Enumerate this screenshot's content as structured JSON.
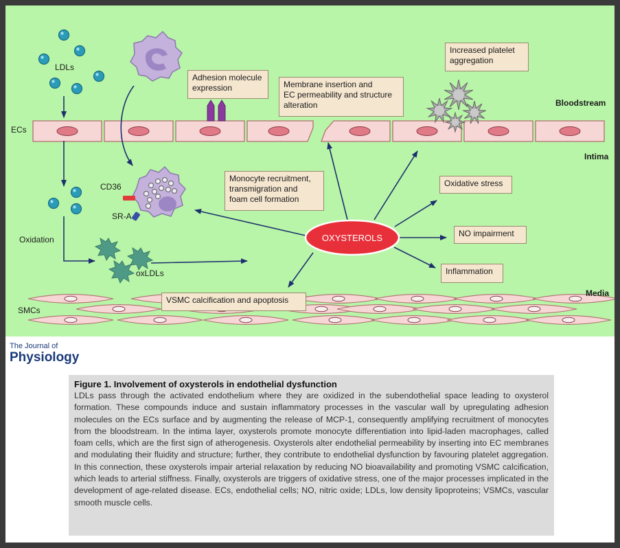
{
  "figure": {
    "background": "#b8f5a8",
    "layer_labels": {
      "bloodstream": "Bloodstream",
      "intima": "Intima",
      "media": "Media"
    },
    "cell_labels": {
      "ecs": "ECs",
      "smcs": "SMCs",
      "ldls": "LDLs",
      "oxidation": "Oxidation",
      "oxldls": "oxLDLs",
      "cd36": "CD36",
      "sra": "SR-A"
    },
    "center": "OXYSTEROLS",
    "boxes": {
      "adhesion": "Adhesion molecule\nexpression",
      "membrane": "Membrane insertion and\nEC permeability and structure\nalteration",
      "platelet": "Increased platelet\naggregation",
      "monocyte": "Monocyte recruitment,\ntransmigration and\nfoam cell formation",
      "oxidative": "Oxidative stress",
      "no": "NO impairment",
      "inflammation": "Inflammation",
      "vsmc": "VSMC calcification and apoptosis"
    },
    "colors": {
      "ldl": "#2a9cb8",
      "oxldl": "#4e9a86",
      "cell_fill": "#f7d6d6",
      "nucleus": "#e07a86",
      "monocyte": "#c4b2dc",
      "oxysterols": "#e8303a",
      "arrow": "#1d2f6e",
      "box": "#f5e6cf"
    }
  },
  "journal": {
    "prefix": "The Journal of",
    "name": "Physiology"
  },
  "caption": {
    "title": "Figure 1.  Involvement of oxysterols in endothelial dysfunction",
    "text": "LDLs pass through the activated endothelium where they are oxidized in the subendothelial space leading to oxysterol formation. These compounds induce and sustain inflammatory processes in the vascular wall by upregulating adhesion molecules on the ECs surface and by augmenting the release of MCP-1, consequently amplifying recruitment of monocytes from the bloodstream. In the intima layer, oxysterols promote monocyte differentiation into lipid-laden macrophages, called foam cells, which are the first sign of atherogenesis. Oxysterols alter endothelial permeability by inserting into EC membranes and modulating their fluidity and structure; further, they contribute to endothelial dysfunction by favouring platelet aggregation. In this connection, these oxysterols impair arterial relaxation by reducing NO bioavailability and promoting VSMC calcification, which leads to arterial stiffness. Finally, oxysterols are triggers of oxidative stress, one of the major processes implicated in the development of age-related disease. ECs, endothelial cells; NO, nitric oxide; LDLs, low density lipoproteins; VSMCs, vascular smooth muscle cells."
  }
}
